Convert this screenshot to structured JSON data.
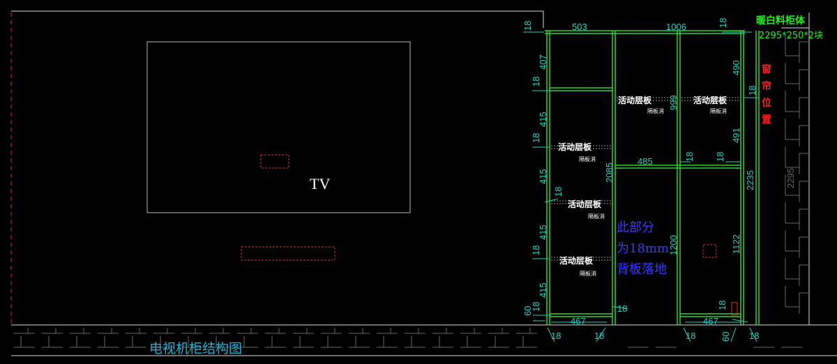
{
  "drawing": {
    "title": "电视机柜结构图",
    "tv_label": "TV"
  },
  "cabinet": {
    "material_note": "暖白料柜体",
    "size_note": "2295*250*2块",
    "curtain_note": [
      "窗",
      "帘",
      "位",
      "置"
    ],
    "backboard_note": [
      "此部分",
      "为18mm",
      "背板落地"
    ],
    "shelf_label": "活动层板",
    "shelf_sub": "隔板消"
  },
  "dimensions": {
    "top_left_18": "18",
    "width_503": "503",
    "width_1006": "1006",
    "top_right_18": "18",
    "left_407": "407",
    "left_18a": "18",
    "left_415a": "415",
    "left_18b": "18",
    "left_415b": "415",
    "mid_18": "18",
    "left_415c": "415",
    "left_18c": "18",
    "left_415d": "415",
    "bottom_60": "60",
    "bottom_18": "18",
    "height_2085": "2085",
    "height_999": "999",
    "height_1200": "1200",
    "width_485": "485",
    "inner_18a": "18",
    "inner_18b": "18",
    "right_490": "490",
    "right_18": "18",
    "right_491": "491",
    "height_2235": "2235",
    "height_1122": "1122",
    "wall_2295": "2295",
    "base_467a": "467",
    "base_467b": "467",
    "base_18_inner": "18",
    "base_18_right": "18",
    "foot_18a": "18",
    "foot_18b": "18",
    "foot_18c": "18",
    "foot_60": "60",
    "foot_18d": "18"
  },
  "colors": {
    "panel": "#2fd62f",
    "dimension": "#1fd3c8",
    "tv_outline": "#b8b8b8",
    "curtain": "#ff2020",
    "backboard_note": "#3a3aff",
    "material_note": "#22ee22",
    "title": "#1fb3d8",
    "marker": "#e03030"
  }
}
